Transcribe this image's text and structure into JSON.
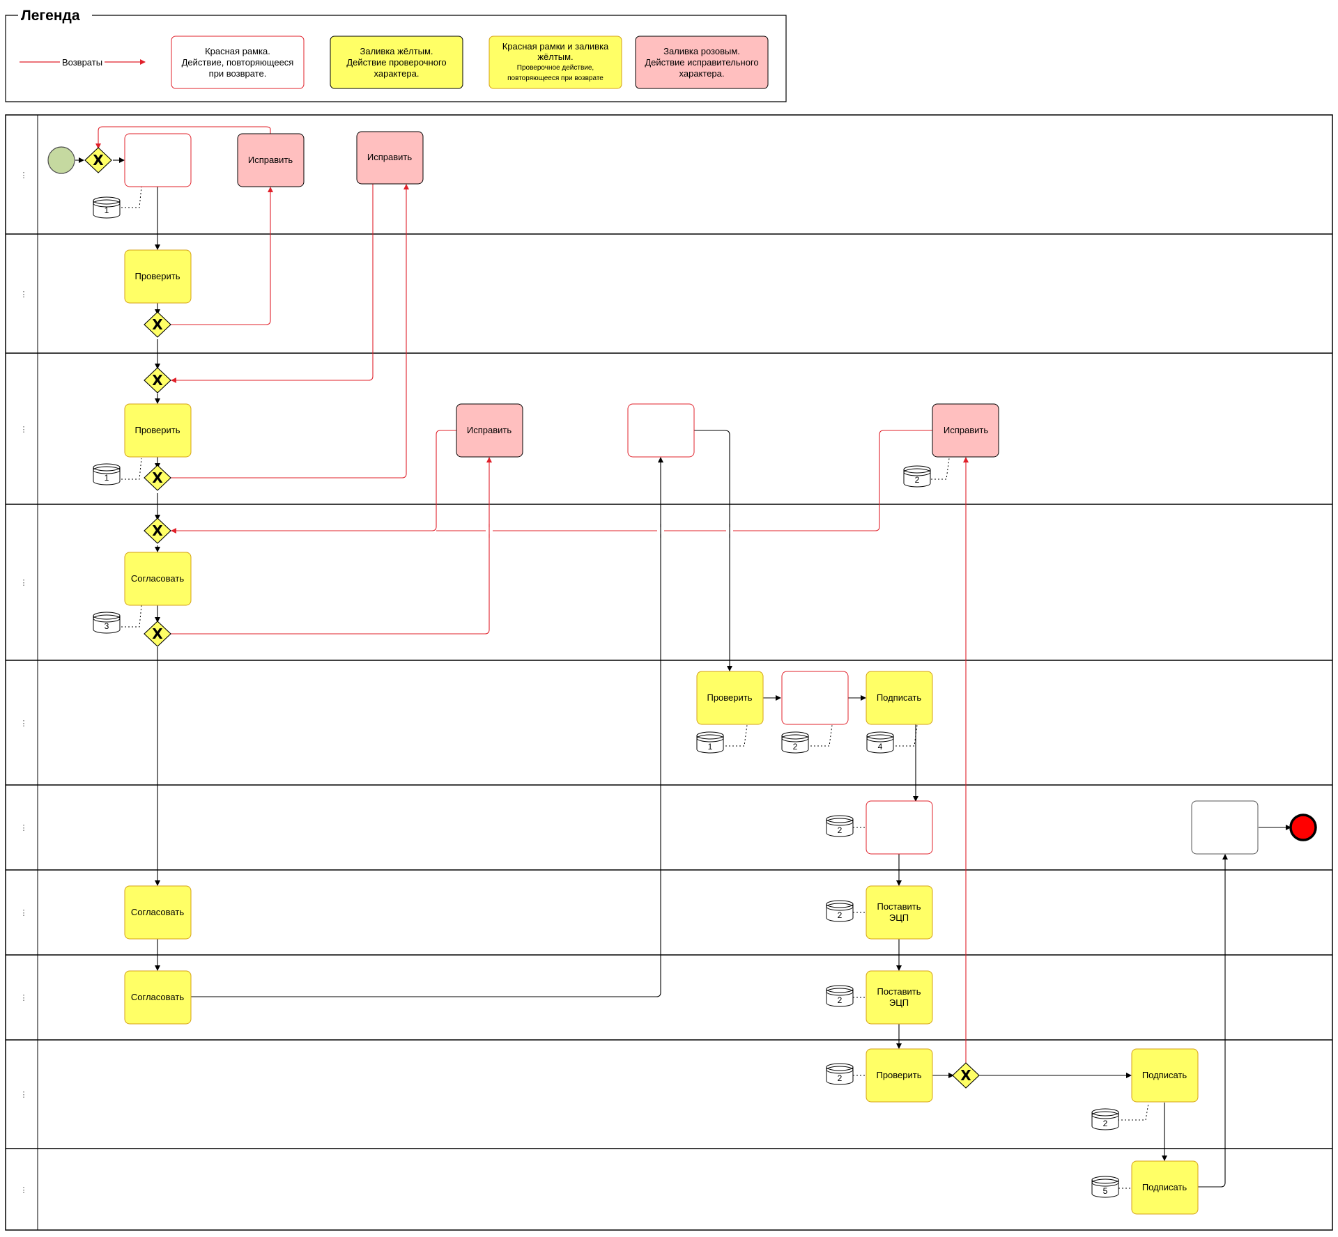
{
  "legend": {
    "title": "Легенда",
    "returns_label": "Возвраты",
    "items": [
      {
        "lines": [
          "Красная рамка.",
          "Действие, повторяющееся",
          "при возврате."
        ]
      },
      {
        "lines": [
          "Заливка жёлтым.",
          "Действие проверочного",
          "характера."
        ]
      },
      {
        "lines": [
          "Красная рамки и заливка",
          "жёлтым."
        ],
        "small_lines": [
          "Проверочное действие,",
          "повторяющееся при возврате"
        ]
      },
      {
        "lines": [
          "Заливка розовым.",
          "Действие исправительного",
          "характера."
        ]
      }
    ]
  },
  "colors": {
    "yellow": "#ffff66",
    "pink": "#ffbfbf",
    "red": "#e0202a",
    "start_event": "#c5d9a0",
    "end_event": "#ff0000",
    "task_border_yellow": "#d4a017",
    "gateway": "#ffff66"
  },
  "lanes": [
    {
      "handle": "⋮"
    },
    {
      "handle": "⋮"
    },
    {
      "handle": "⋮"
    },
    {
      "handle": "⋮"
    },
    {
      "handle": "⋮"
    },
    {
      "handle": "⋮"
    },
    {
      "handle": "⋮"
    },
    {
      "handle": "⋮"
    },
    {
      "handle": "⋮"
    },
    {
      "handle": "⋮"
    },
    {
      "handle": "⋮"
    }
  ],
  "tasks": {
    "fix_1": "Исправить",
    "fix_2": "Исправить",
    "check_2": "Проверить",
    "check_3": "Проверить",
    "fix_3a": "Исправить",
    "fix_3b": "Исправить",
    "approve_4": "Согласовать",
    "check_5": "Проверить",
    "sign_5": "Подписать",
    "approve_7": "Согласовать",
    "ecp_7": [
      "Поставить",
      "ЭЦП"
    ],
    "approve_8": "Согласовать",
    "ecp_8": [
      "Поставить",
      "ЭЦП"
    ],
    "check_9": "Проверить",
    "sign_9": "Подписать",
    "sign_10": "Подписать"
  },
  "gateway_mark": "X",
  "datastores": {
    "ds_1": "1",
    "ds_3": "1",
    "ds_3b": "2",
    "ds_4": "3",
    "ds_5a": "1",
    "ds_5b": "2",
    "ds_5c": "4",
    "ds_6": "2",
    "ds_7": "2",
    "ds_8": "2",
    "ds_9a": "2",
    "ds_9b": "2",
    "ds_10": "5"
  }
}
